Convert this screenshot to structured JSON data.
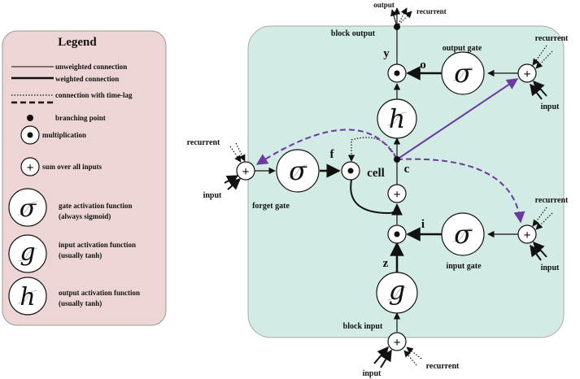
{
  "legend": {
    "title": "Legend",
    "unweighted": "unweighted connection",
    "weighted": "weighted connection",
    "timelag": "connection with time-lag",
    "branching": "branching point",
    "multiplication": "multiplication",
    "sum": "sum over all inputs",
    "gate_fn": {
      "symbol": "σ",
      "line1": "gate activation function",
      "line2": "(always sigmoid)"
    },
    "input_fn": {
      "symbol": "g",
      "line1": "input activation function",
      "line2": "(usually tanh)"
    },
    "output_fn": {
      "symbol": "h",
      "line1": "output activation function",
      "line2": "(usually tanh)"
    }
  },
  "diagram": {
    "block_output": "block output",
    "block_input": "block input",
    "output_gate": "output gate",
    "forget_gate": "forget gate",
    "input_gate": "input gate",
    "cell": "cell",
    "var_y": "y",
    "var_o": "o",
    "var_f": "f",
    "var_c": "c",
    "var_i": "i",
    "var_z": "z",
    "output": "output",
    "recurrent": "recurrent",
    "input": "input",
    "sigma": "σ",
    "g": "g",
    "h": "h",
    "plus": "+"
  },
  "colors": {
    "legend_bg": "#ecd5d4",
    "block_bg": "#d2ebe4",
    "peephole": "#6a3aa0"
  }
}
